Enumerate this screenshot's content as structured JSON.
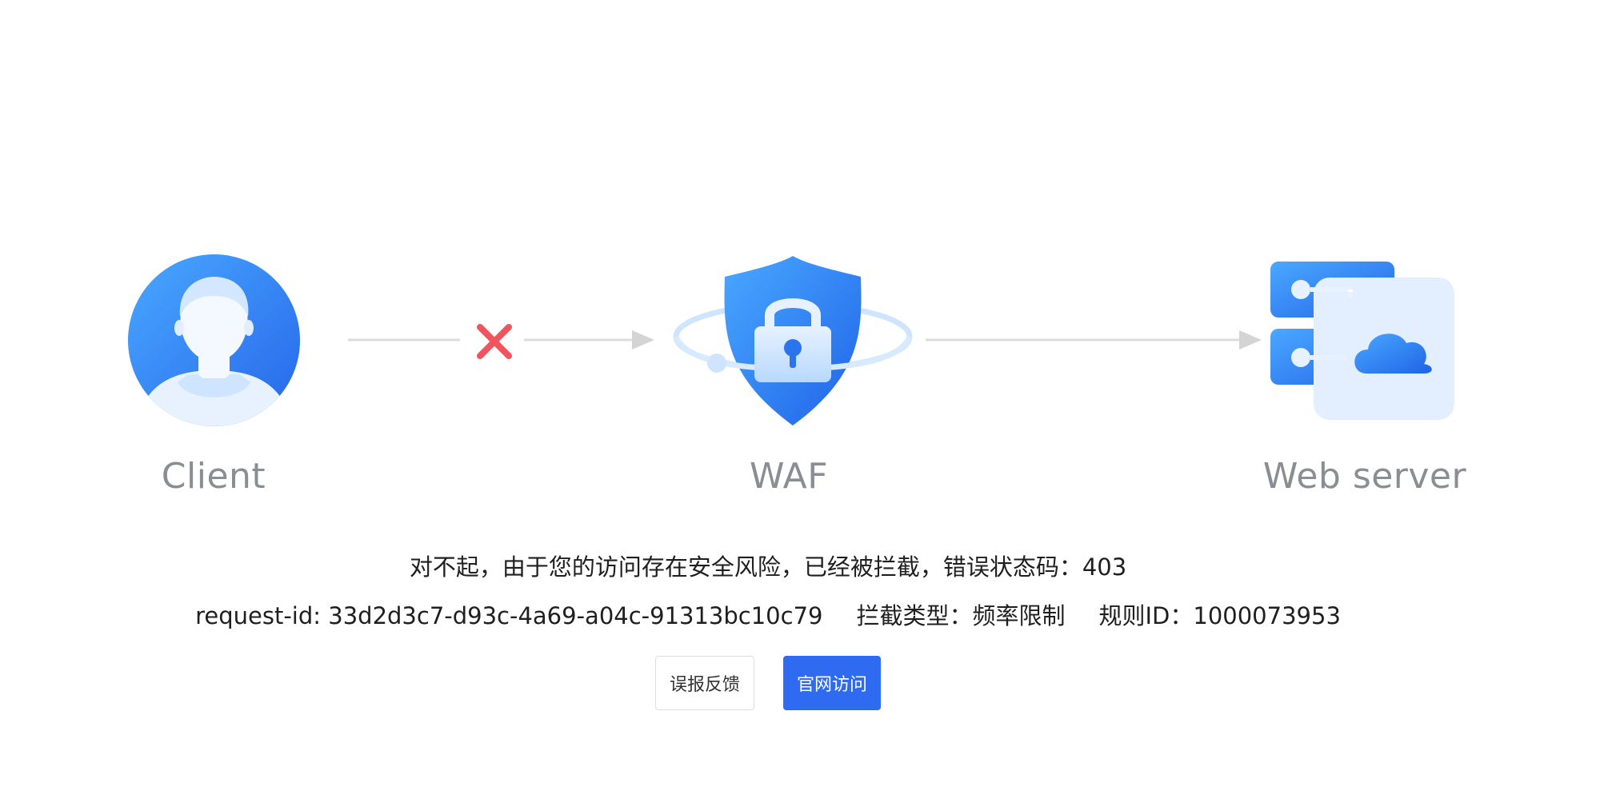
{
  "diagram": {
    "client_label": "Client",
    "waf_label": "WAF",
    "server_label": "Web server"
  },
  "message": {
    "main": "对不起，由于您的访问存在安全风险，已经被拦截，错误状态码：403",
    "request_id": "request-id: 33d2d3c7-d93c-4a69-a04c-91313bc10c79",
    "block_type": "拦截类型：频率限制",
    "rule_id": "规则ID：1000073953"
  },
  "buttons": {
    "feedback": "误报反馈",
    "official": "官网访问"
  },
  "colors": {
    "brand_blue": "#2f6bf0",
    "blocked_red": "#f0555f",
    "label_gray": "#8a8d93",
    "line_gray": "#dcdcdc"
  },
  "icons": {
    "client": "user-avatar-icon",
    "blocked": "close-x-icon",
    "waf": "shield-lock-icon",
    "server": "server-cloud-icon"
  }
}
